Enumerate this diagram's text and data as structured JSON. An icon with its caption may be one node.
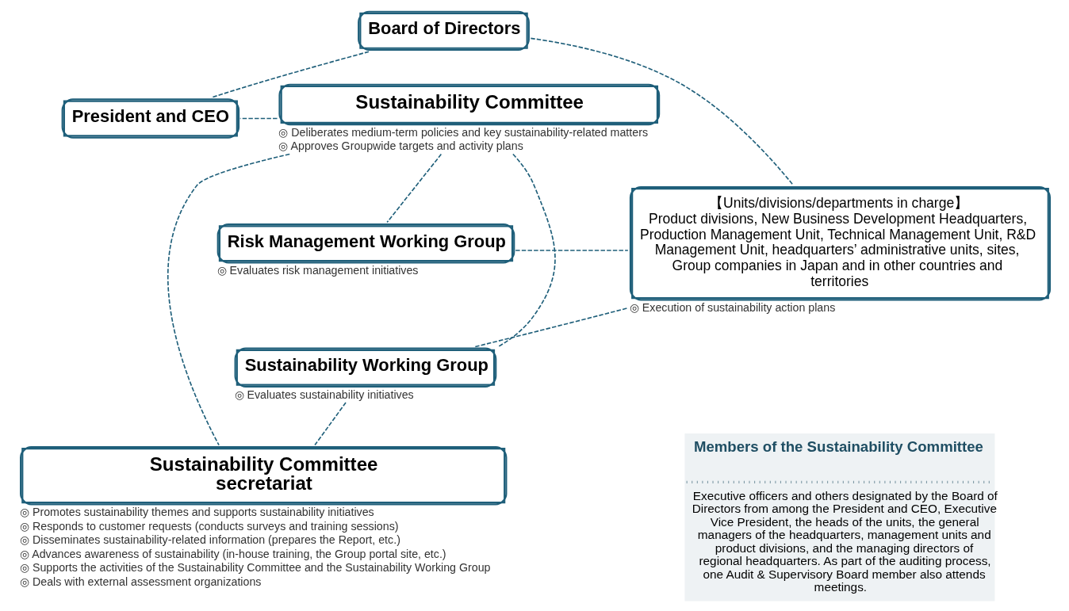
{
  "diagram": {
    "nodes": [
      {
        "text": [
          "Board of Directors"
        ]
      },
      {
        "text": [
          "President and CEO"
        ]
      },
      {
        "text": [
          "Sustainability Committee"
        ],
        "beside": [
          "◎ Deliberates medium-term policies and key sustainability-related matters",
          "◎ Approves Groupwide targets and activity plans"
        ]
      },
      {
        "text": [
          "Risk Management Working Group"
        ],
        "beside": [
          "◎ Evaluates risk management initiatives"
        ]
      },
      {
        "text": [
          "Sustainability Working Group"
        ],
        "beside": [
          "◎ Evaluates sustainability initiatives"
        ]
      },
      {
        "text": [
          "Sustainability Committee secretariat"
        ],
        "beside": [
          "◎ Promotes sustainability themes and supports sustainability initiatives",
          "◎ Responds to customer requests (conducts surveys and training sessions)",
          "◎ Disseminates sustainability-related information (prepares the Report, etc.)",
          "◎ Advances awareness of sustainability (in-house training, the Group portal site, etc.)",
          "◎ Supports the activities of the Sustainability Committee and the Sustainability Working Group",
          "◎ Deals with external assessment organizations"
        ]
      },
      {
        "text": [
          "【Units/divisions/departments in charge】",
          "Product divisions, New Business Development Headquarters, Production Management Unit, Technical Management Unit, R&D Management Unit, headquarters’ administrative units, sites, Group companies in Japan and in other countries and territories"
        ],
        "beside": [
          "◎ Execution of sustainability action plans"
        ]
      },
      {
        "text": [
          "Members of the Sustainability Committee",
          "Executive officers and others designated by the Board of Directors from among the President and CEO, Executive Vice President, the heads of the units, the general managers of the headquarters, management units and product divisions, and the managing directors of regional headquarters. As part of the auditing process, one Audit & Supervisory Board member also attends meetings."
        ]
      }
    ],
    "edges": [
      {
        "from": 0,
        "to": 1,
        "arrow": "none",
        "style": "dashed"
      },
      {
        "from": 2,
        "to": 1,
        "arrow": "none",
        "style": "dashed"
      },
      {
        "from": 0,
        "to": 6,
        "arrow": "none",
        "style": "dashed"
      },
      {
        "from": 2,
        "to": 3,
        "arrow": "none",
        "style": "dashed"
      },
      {
        "from": 2,
        "to": 4,
        "arrow": "none",
        "style": "dashed"
      },
      {
        "from": 2,
        "to": 5,
        "arrow": "none",
        "style": "dashed"
      },
      {
        "from": 3,
        "to": 6,
        "arrow": "none",
        "style": "dashed"
      },
      {
        "from": 4,
        "to": 6,
        "arrow": "none",
        "style": "dashed"
      },
      {
        "from": 4,
        "to": 5,
        "arrow": "none",
        "style": "dashed"
      }
    ]
  }
}
